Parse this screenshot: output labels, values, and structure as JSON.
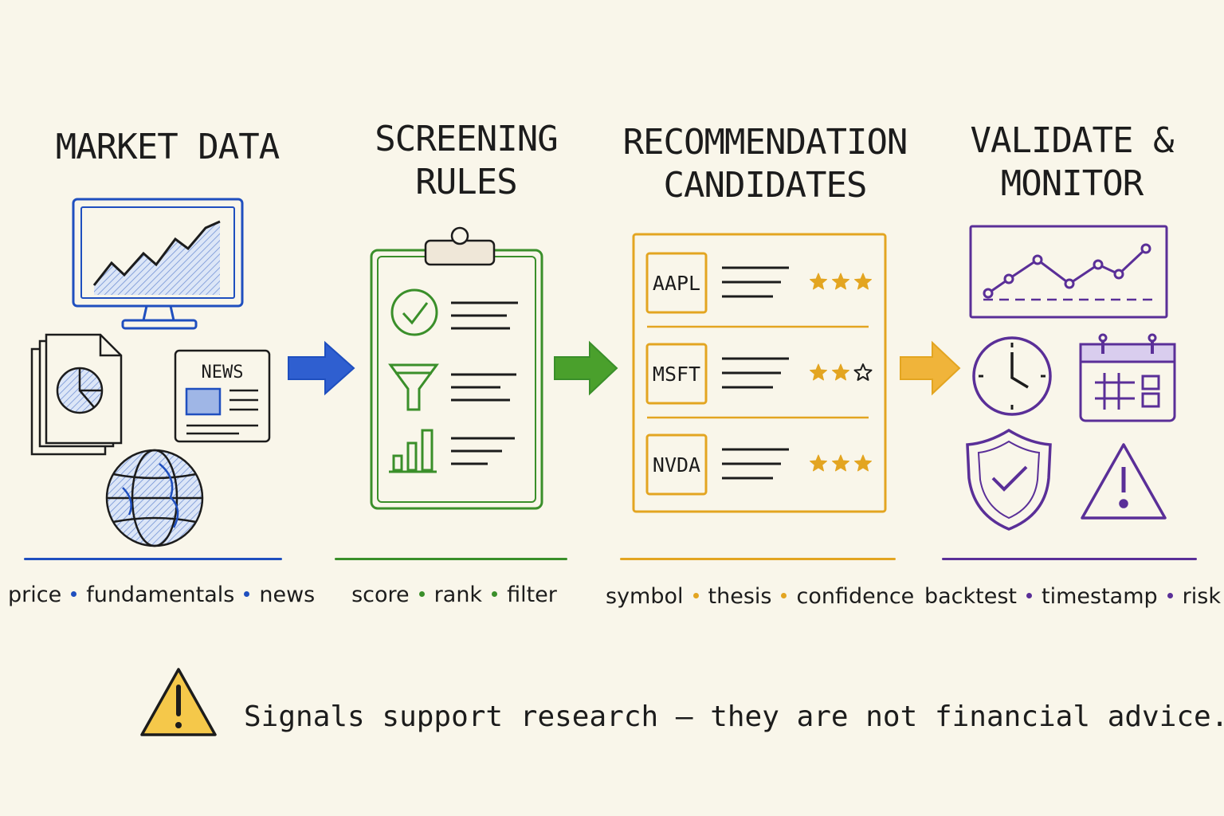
{
  "colors": {
    "stage1": "#1f4fbf",
    "stage2": "#3a8f2a",
    "stage3": "#e3a521",
    "stage4": "#5a2f98",
    "warning_fill": "#f5c84a"
  },
  "stages": [
    {
      "title_lines": [
        "MARKET DATA"
      ],
      "tags": [
        "price",
        "fundamentals",
        "news"
      ],
      "icons": [
        "monitor-chart-icon",
        "document-pie-icon",
        "newspaper-icon",
        "globe-icon"
      ],
      "newspaper_label": "NEWS"
    },
    {
      "title_lines": [
        "SCREENING",
        "RULES"
      ],
      "tags": [
        "score",
        "rank",
        "filter"
      ],
      "icons": [
        "clipboard-icon",
        "check-circle-icon",
        "funnel-icon",
        "bar-chart-icon"
      ]
    },
    {
      "title_lines": [
        "RECOMMENDATION",
        "CANDIDATES"
      ],
      "tags": [
        "symbol",
        "thesis",
        "confidence"
      ],
      "candidates": [
        {
          "symbol": "AAPL",
          "stars": 3
        },
        {
          "symbol": "MSFT",
          "stars": 2.5
        },
        {
          "symbol": "NVDA",
          "stars": 3
        }
      ]
    },
    {
      "title_lines": [
        "VALIDATE &",
        "MONITOR"
      ],
      "tags": [
        "backtest",
        "timestamp",
        "risk"
      ],
      "icons": [
        "line-chart-icon",
        "clock-icon",
        "calendar-icon",
        "shield-check-icon",
        "warning-icon"
      ]
    }
  ],
  "disclaimer": "Signals support research — they are not financial advice."
}
